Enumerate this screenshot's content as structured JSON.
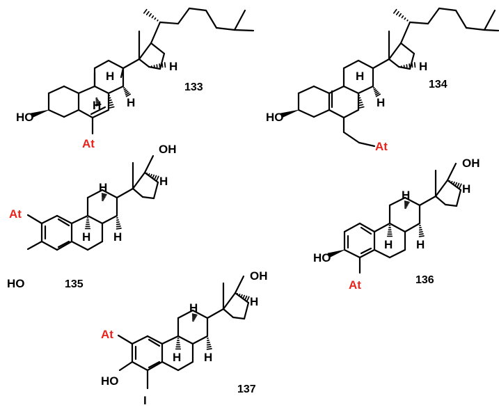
{
  "colors": {
    "bond": "#000000",
    "astatine_label": "#e8241d"
  },
  "molecules": [
    {
      "id": "133",
      "number": "133",
      "labels": {
        "hydroxyl": "HO",
        "astatine": "At",
        "h_c17": "H",
        "h_c8": "H",
        "h_c9": "H",
        "h_c14": "H"
      }
    },
    {
      "id": "134",
      "number": "134",
      "labels": {
        "hydroxyl": "HO",
        "astatine": "At",
        "h_c17": "H",
        "h_c8": "H",
        "h_c14": "H"
      }
    },
    {
      "id": "135",
      "number": "135",
      "labels": {
        "hydroxyl_a": "HO",
        "hydroxyl_17": "OH",
        "astatine": "At",
        "h_c17": "H",
        "h_c8": "H",
        "h_c9": "H",
        "h_c14": "H"
      }
    },
    {
      "id": "136",
      "number": "136",
      "labels": {
        "hydroxyl_a": "HO",
        "hydroxyl_17": "OH",
        "astatine": "At",
        "h_c17": "H",
        "h_c8": "H",
        "h_c9": "H",
        "h_c14": "H"
      }
    },
    {
      "id": "137",
      "number": "137",
      "labels": {
        "hydroxyl_a": "HO",
        "hydroxyl_17": "OH",
        "astatine": "At",
        "iodine": "I",
        "h_c17": "H",
        "h_c8": "H",
        "h_c9": "H",
        "h_c14": "H"
      }
    }
  ]
}
